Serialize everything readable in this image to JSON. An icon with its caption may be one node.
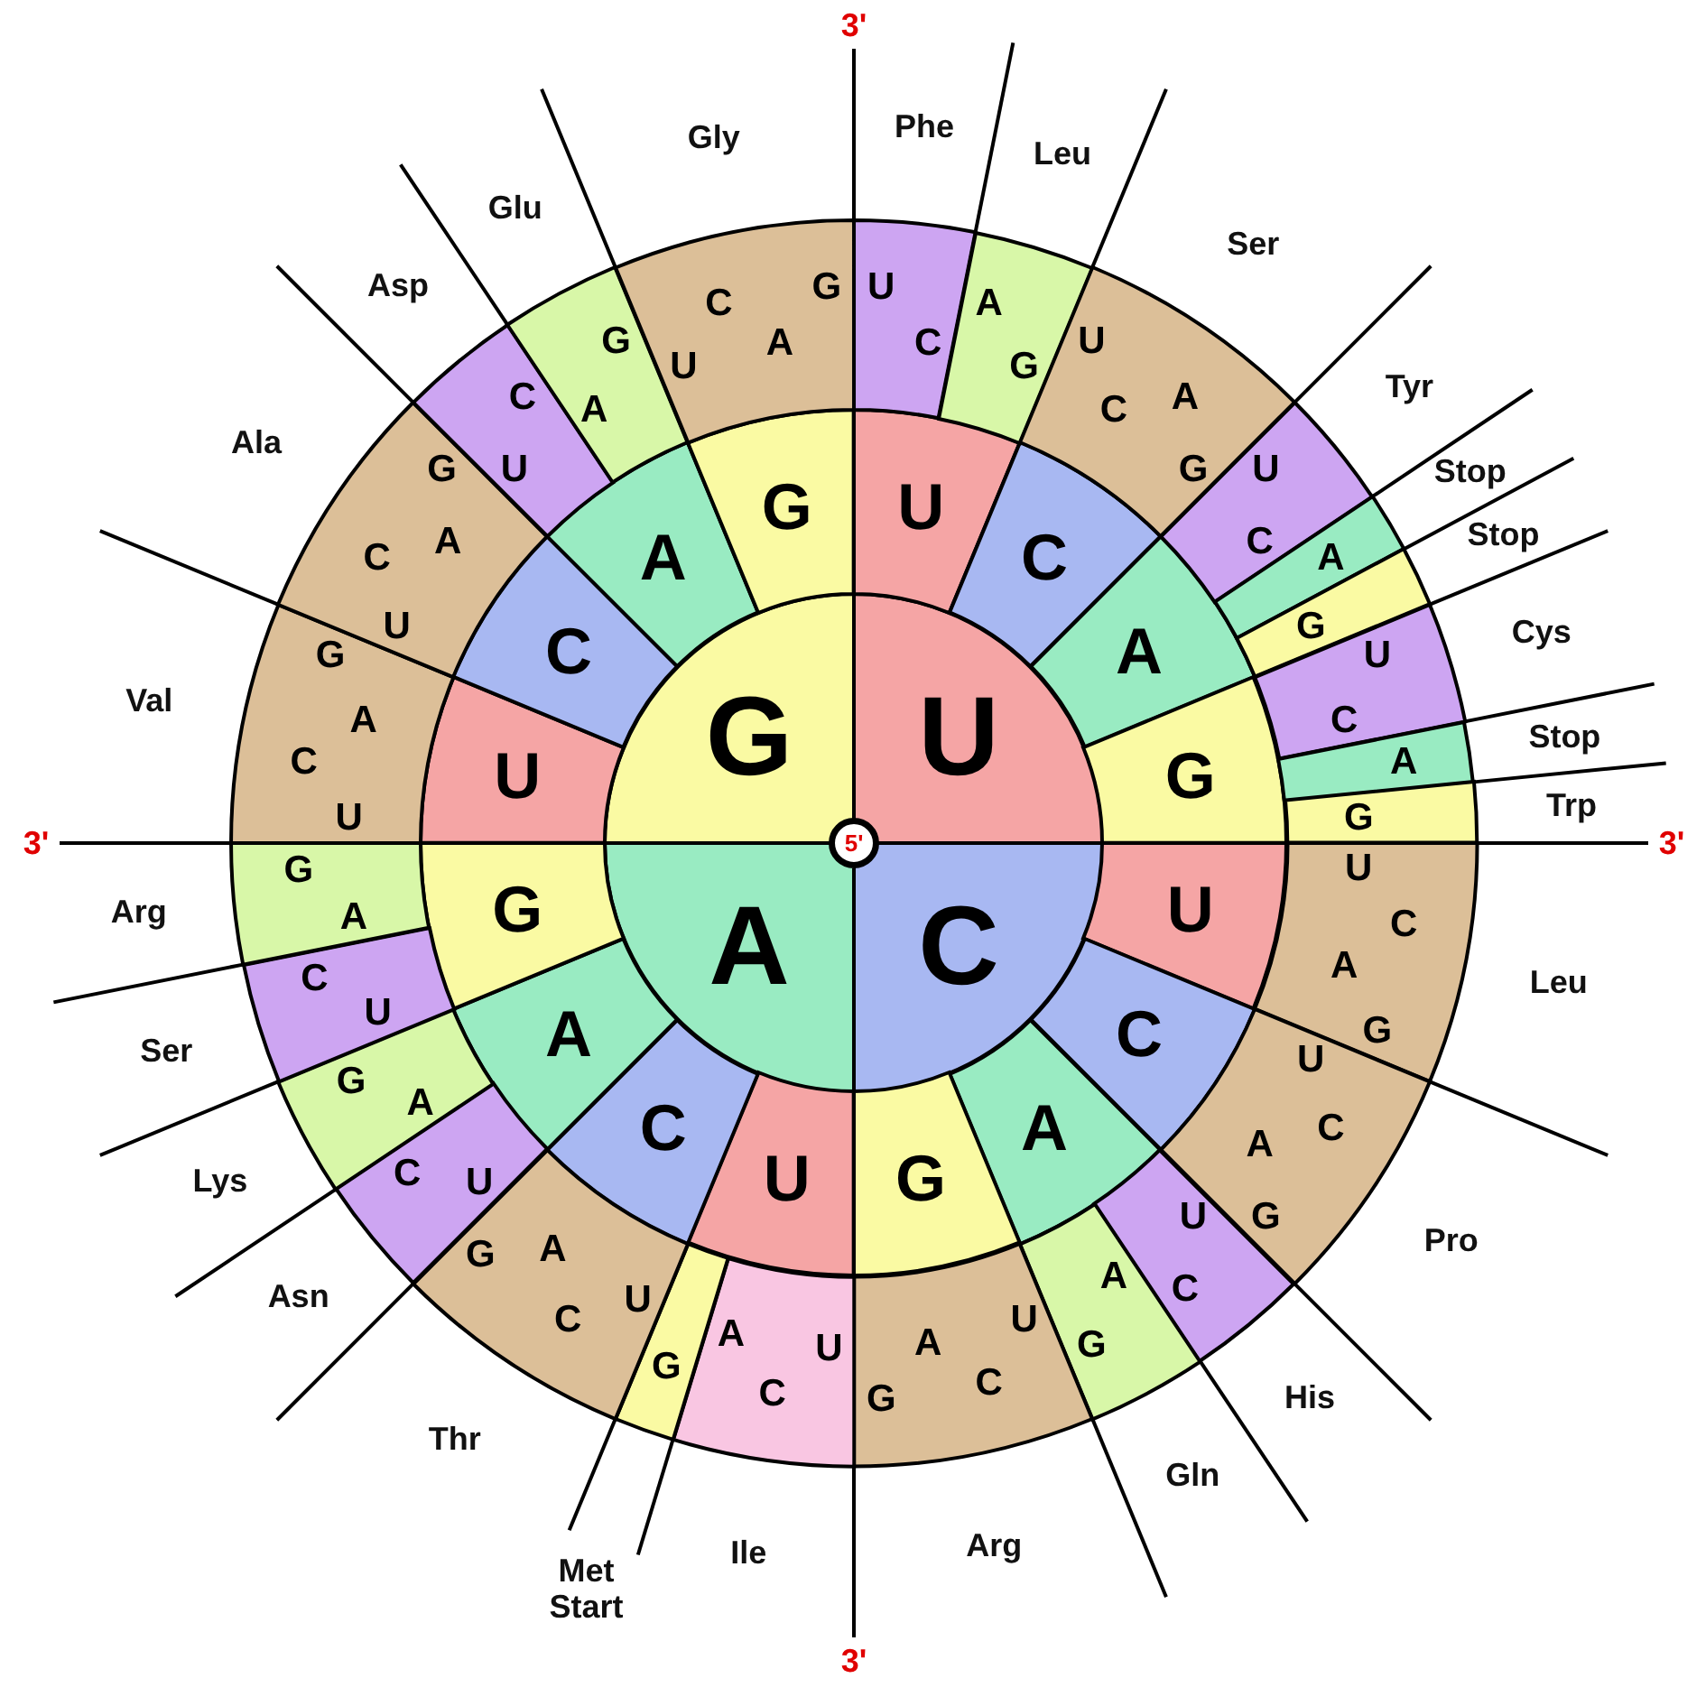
{
  "diagram": {
    "nodes": [
      {
        "text": [
          "5'"
        ]
      },
      {
        "text": [
          "U"
        ]
      },
      {
        "text": [
          "C"
        ]
      },
      {
        "text": [
          "A"
        ]
      },
      {
        "text": [
          "G"
        ]
      },
      {
        "text": [
          "U"
        ]
      },
      {
        "text": [
          "C"
        ]
      },
      {
        "text": [
          "A"
        ]
      },
      {
        "text": [
          "G"
        ]
      },
      {
        "text": [
          "U"
        ]
      },
      {
        "text": [
          "C"
        ]
      },
      {
        "text": [
          "A"
        ]
      },
      {
        "text": [
          "G"
        ]
      },
      {
        "text": [
          "U"
        ]
      },
      {
        "text": [
          "C"
        ]
      },
      {
        "text": [
          "A"
        ]
      },
      {
        "text": [
          "G"
        ]
      },
      {
        "text": [
          "U"
        ]
      },
      {
        "text": [
          "C"
        ]
      },
      {
        "text": [
          "A"
        ]
      },
      {
        "text": [
          "G"
        ]
      },
      {
        "text": [
          "U",
          "C"
        ],
        "beside": [
          "Phe"
        ]
      },
      {
        "text": [
          "A",
          "G"
        ],
        "beside": [
          "Leu"
        ]
      },
      {
        "text": [
          "U",
          "C",
          "A",
          "G"
        ],
        "beside": [
          "Ser"
        ]
      },
      {
        "text": [
          "U",
          "C"
        ],
        "beside": [
          "Tyr"
        ]
      },
      {
        "text": [
          "A"
        ],
        "beside": [
          "Stop"
        ]
      },
      {
        "text": [
          "G"
        ],
        "beside": [
          "Stop"
        ]
      },
      {
        "text": [
          "U",
          "C"
        ],
        "beside": [
          "Cys"
        ]
      },
      {
        "text": [
          "A"
        ],
        "beside": [
          "Stop"
        ]
      },
      {
        "text": [
          "G"
        ],
        "beside": [
          "Trp"
        ]
      },
      {
        "text": [
          "U",
          "C",
          "A",
          "G"
        ],
        "beside": [
          "Leu"
        ]
      },
      {
        "text": [
          "U",
          "A",
          "C",
          "G"
        ],
        "beside": [
          "Pro"
        ]
      },
      {
        "text": [
          "U",
          "C"
        ],
        "beside": [
          "His"
        ]
      },
      {
        "text": [
          "A",
          "G"
        ],
        "beside": [
          "Gln"
        ]
      },
      {
        "text": [
          "U",
          "A",
          "G",
          "C"
        ],
        "beside": [
          "Arg"
        ]
      },
      {
        "text": [
          "A",
          "U",
          "C"
        ],
        "beside": [
          "Ile"
        ]
      },
      {
        "text": [
          "G"
        ],
        "beside": [
          "Met Start"
        ]
      },
      {
        "text": [
          "G",
          "A",
          "C",
          "U"
        ],
        "beside": [
          "Thr"
        ]
      },
      {
        "text": [
          "C",
          "U"
        ],
        "beside": [
          "Asn"
        ]
      },
      {
        "text": [
          "G",
          "A"
        ],
        "beside": [
          "Lys"
        ]
      },
      {
        "text": [
          "C",
          "U"
        ],
        "beside": [
          "Ser"
        ]
      },
      {
        "text": [
          "G",
          "A"
        ],
        "beside": [
          "Arg"
        ]
      },
      {
        "text": [
          "G",
          "A",
          "C",
          "U"
        ],
        "beside": [
          "Val"
        ]
      },
      {
        "text": [
          "G",
          "C",
          "A",
          "U"
        ],
        "beside": [
          "Ala"
        ]
      },
      {
        "text": [
          "C",
          "U"
        ],
        "beside": [
          "Asp"
        ]
      },
      {
        "text": [
          "G",
          "A"
        ],
        "beside": [
          "Glu"
        ]
      },
      {
        "text": [
          "C",
          "G",
          "A",
          "U"
        ],
        "beside": [
          "Gly"
        ]
      }
    ],
    "labels": [
      "3'",
      "3'",
      "3'",
      "3'"
    ]
  }
}
